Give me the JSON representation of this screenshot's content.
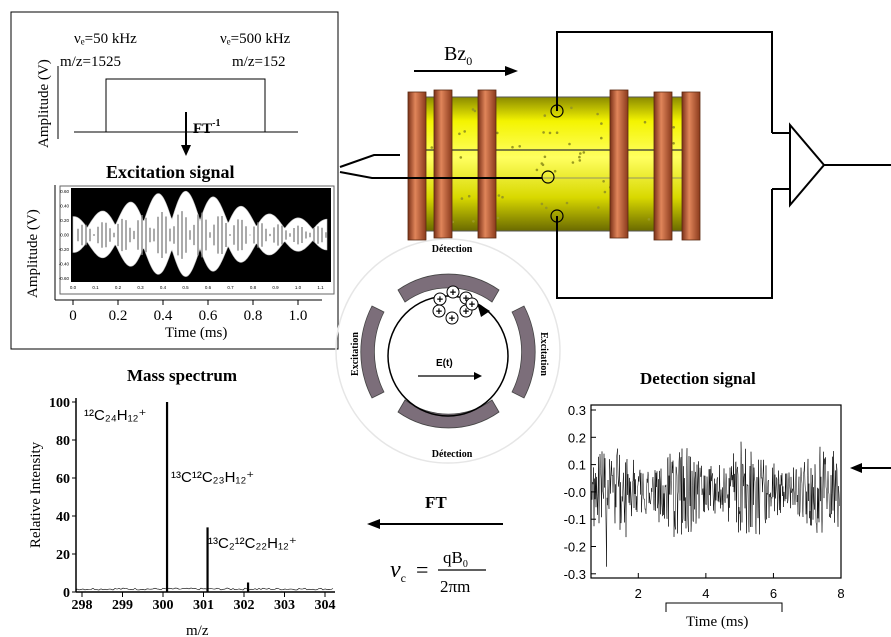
{
  "excitation_panel": {
    "freq_left": "νₑ=50 kHz",
    "mz_left": "m/z=1525",
    "freq_right": "νₑ=500 kHz",
    "mz_right": "m/z=152",
    "amp_ylabel": "Amplitude (V)",
    "ft_inverse": "FT",
    "ft_inverse_sup": "-1",
    "title": "Excitation signal",
    "signal_ylabel": "Amplitude (V)",
    "inner_yticks": [
      "0.60",
      "0.40",
      "0.20",
      "0.00",
      "-0.20",
      "-0.40",
      "-0.60"
    ],
    "inner_xticks": [
      "0.0",
      "0.1",
      "0.2",
      "0.3",
      "0.4",
      "0.5",
      "0.6",
      "0.7",
      "0.8",
      "0.9",
      "1.0",
      "1.1"
    ],
    "xticks": [
      "0",
      "0.2",
      "0.4",
      "0.6",
      "0.8",
      "1.0"
    ],
    "xlabel": "Time (ms)"
  },
  "cell": {
    "field_label": "Bz",
    "field_sub": "0"
  },
  "cross_section": {
    "top": "Détection",
    "bottom": "Détection",
    "left": "Excitation",
    "right": "Excitation",
    "field": "E(t)"
  },
  "middle": {
    "ft_label": "FT",
    "formula_lhs": "ν",
    "formula_lhs_sub": "c",
    "formula_num": "qB",
    "formula_num_sub": "0",
    "formula_den": "2πm"
  },
  "mass_spectrum": {
    "title": "Mass spectrum",
    "ylabel": "Relative Intensity",
    "xlabel": "m/z",
    "yticks": [
      "100",
      "80",
      "60",
      "40",
      "20",
      "0"
    ],
    "xticks": [
      "298",
      "299",
      "300",
      "301",
      "302",
      "303",
      "304"
    ],
    "peak1_label": "¹²C₂₄H₁₂⁺",
    "peak2_label": "¹³C¹²C₂₃H₁₂⁺",
    "peak3_label": "¹³C₂¹²C₂₂H₁₂⁺"
  },
  "detection_signal": {
    "title": "Detection signal",
    "yticks": [
      "0.3",
      "0.2",
      "0.1",
      "-0.0",
      "-0.1",
      "-0.2",
      "-0.3"
    ],
    "xticks": [
      "2",
      "4",
      "6",
      "8"
    ],
    "xlabel": "Time (ms)"
  },
  "colors": {
    "cylinder": "#e8e800",
    "ring": "#c8663a",
    "electrode": "#8a7a8a"
  },
  "chart_data": [
    {
      "type": "line",
      "name": "excitation-frequency-band",
      "x_labels": [
        "νₑ=50 kHz",
        "νₑ=500 kHz"
      ],
      "ylabel": "Amplitude (V)"
    },
    {
      "type": "bar",
      "title": "Mass spectrum",
      "xlabel": "m/z",
      "ylabel": "Relative Intensity",
      "x": [
        300.1,
        301.1,
        302.1
      ],
      "values": [
        100,
        34,
        5
      ],
      "xlim": [
        298,
        304
      ],
      "ylim": [
        0,
        100
      ]
    },
    {
      "type": "line",
      "title": "Detection signal",
      "xlabel": "Time (ms)",
      "xlim": [
        0.6,
        8
      ],
      "ylim": [
        -0.3,
        0.3
      ]
    }
  ]
}
